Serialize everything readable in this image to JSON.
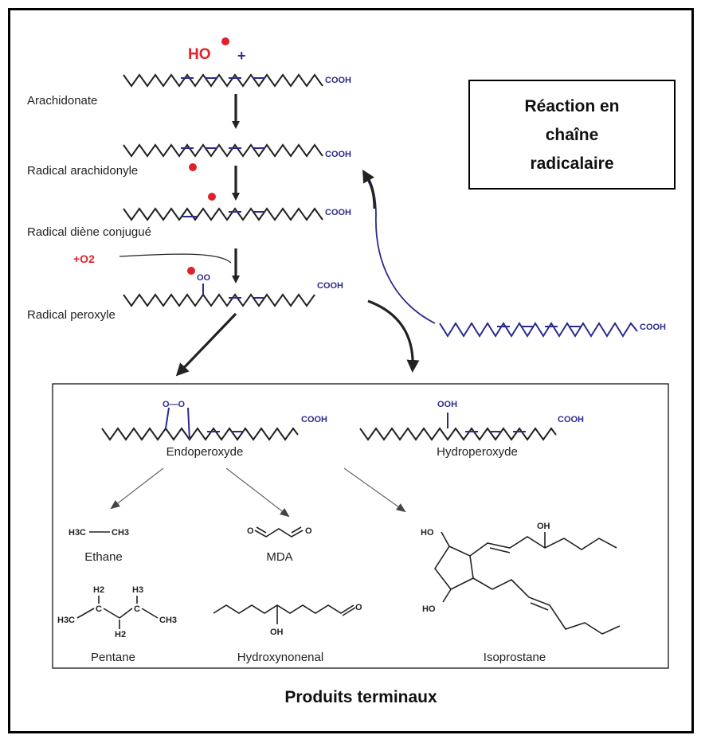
{
  "reagents": {
    "radical": "HO",
    "plus": "+",
    "oxygen": "+O2"
  },
  "steps": [
    {
      "label": "Arachidonate",
      "end_group": "COOH"
    },
    {
      "label": "Radical arachidonyle",
      "end_group": "COOH"
    },
    {
      "label": "Radical diène conjugué",
      "end_group": "COOH"
    },
    {
      "label": "Radical peroxyle",
      "end_group": "COOH",
      "group": "OO"
    }
  ],
  "free_acid": {
    "end_group": "COOH"
  },
  "title_box": {
    "lines": [
      "Réaction en",
      "chaîne",
      "radicalaire"
    ]
  },
  "intermediates": {
    "endoperoxyde": {
      "label": "Endoperoxyde",
      "group": "O—O",
      "end_group": "COOH"
    },
    "hydroperoxyde": {
      "label": "Hydroperoxyde",
      "group": "OOH",
      "end_group": "COOH"
    }
  },
  "products": {
    "title": "Produits terminaux",
    "ethane": {
      "label": "Ethane",
      "formula_left": "H3C",
      "formula_right": "CH3"
    },
    "mda": {
      "label": "MDA",
      "o_left": "O",
      "o_right": "O"
    },
    "pentane": {
      "label": "Pentane",
      "atoms": [
        "H2",
        "H3C",
        "C",
        "C",
        "CH3",
        "H3",
        "H2"
      ]
    },
    "hydroxynonenal": {
      "label": "Hydroxynonenal",
      "oh": "OH",
      "o": "O"
    },
    "isoprostane": {
      "label": "Isoprostane",
      "ho_top": "HO",
      "ho_bottom": "HO",
      "oh": "OH"
    }
  },
  "colors": {
    "radical_dot": "#e0202a",
    "blue": "#2b2b8c",
    "text": "#222222"
  }
}
